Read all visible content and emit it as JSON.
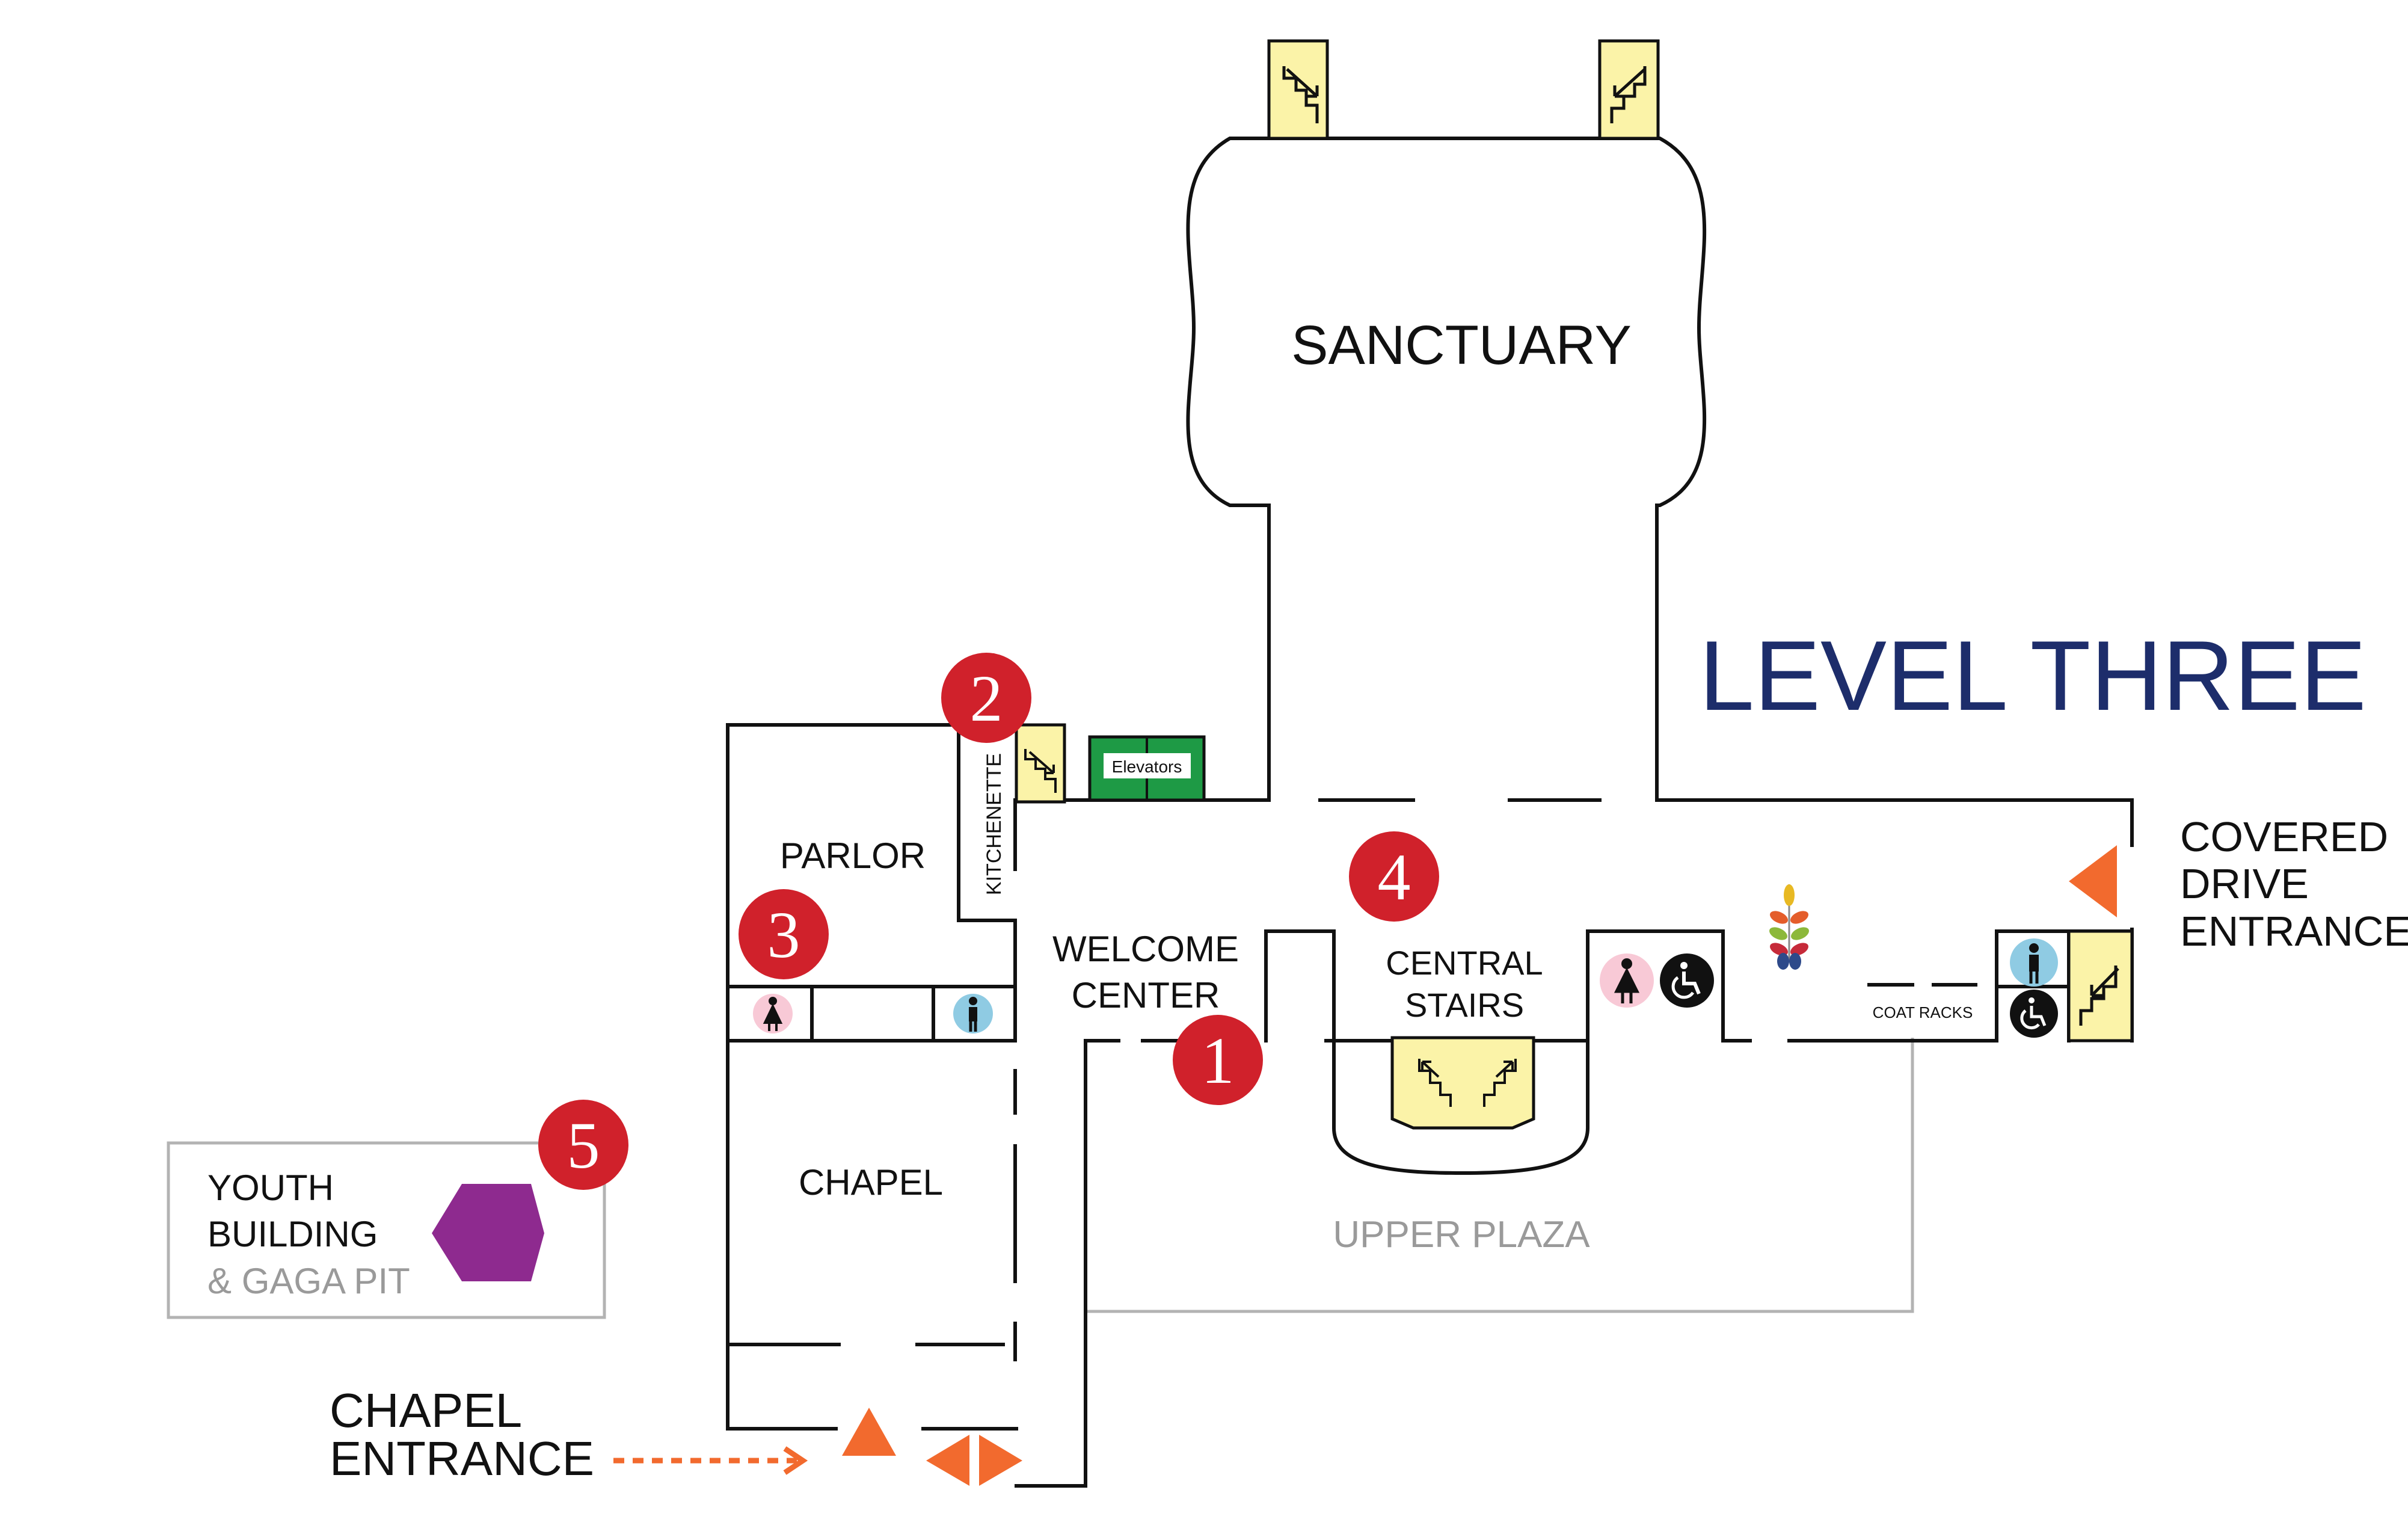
{
  "map": {
    "title": "LEVEL THREE",
    "rooms": {
      "sanctuary": "SANCTUARY",
      "parlor": "PARLOR",
      "kitchenette": "KITCHENETTE",
      "elevators": "Elevators",
      "welcome_center_1": "WELCOME",
      "welcome_center_2": "CENTER",
      "central_stairs_1": "CENTRAL",
      "central_stairs_2": "STAIRS",
      "chapel": "CHAPEL",
      "coat_racks": "COAT RACKS",
      "upper_plaza": "UPPER PLAZA"
    },
    "youth_building": {
      "line1": "YOUTH",
      "line2": "BUILDING",
      "line3": "& GAGA PIT"
    },
    "entrances": {
      "covered_drive_1": "COVERED",
      "covered_drive_2": "DRIVE",
      "covered_drive_3": "ENTRANCE",
      "chapel_1": "CHAPEL",
      "chapel_2": "ENTRANCE"
    },
    "markers": [
      "1",
      "2",
      "3",
      "4",
      "5"
    ],
    "colors": {
      "title": "#1d2d6b",
      "marker": "#d0212b",
      "stairs": "#fbf3a8",
      "elevator": "#1e9a45",
      "entrance_arrow": "#f26a2e",
      "youth_hexagon": "#8e2a8f",
      "women_restroom": "#f8c9d6",
      "men_restroom": "#8fcbe3",
      "muted_text": "#9a9a9a"
    },
    "icons": [
      "stairs-icon",
      "women-restroom-icon",
      "men-restroom-icon",
      "accessible-icon",
      "elevator-icon",
      "logo-icon",
      "entrance-arrow-icon",
      "hexagon-icon"
    ]
  }
}
